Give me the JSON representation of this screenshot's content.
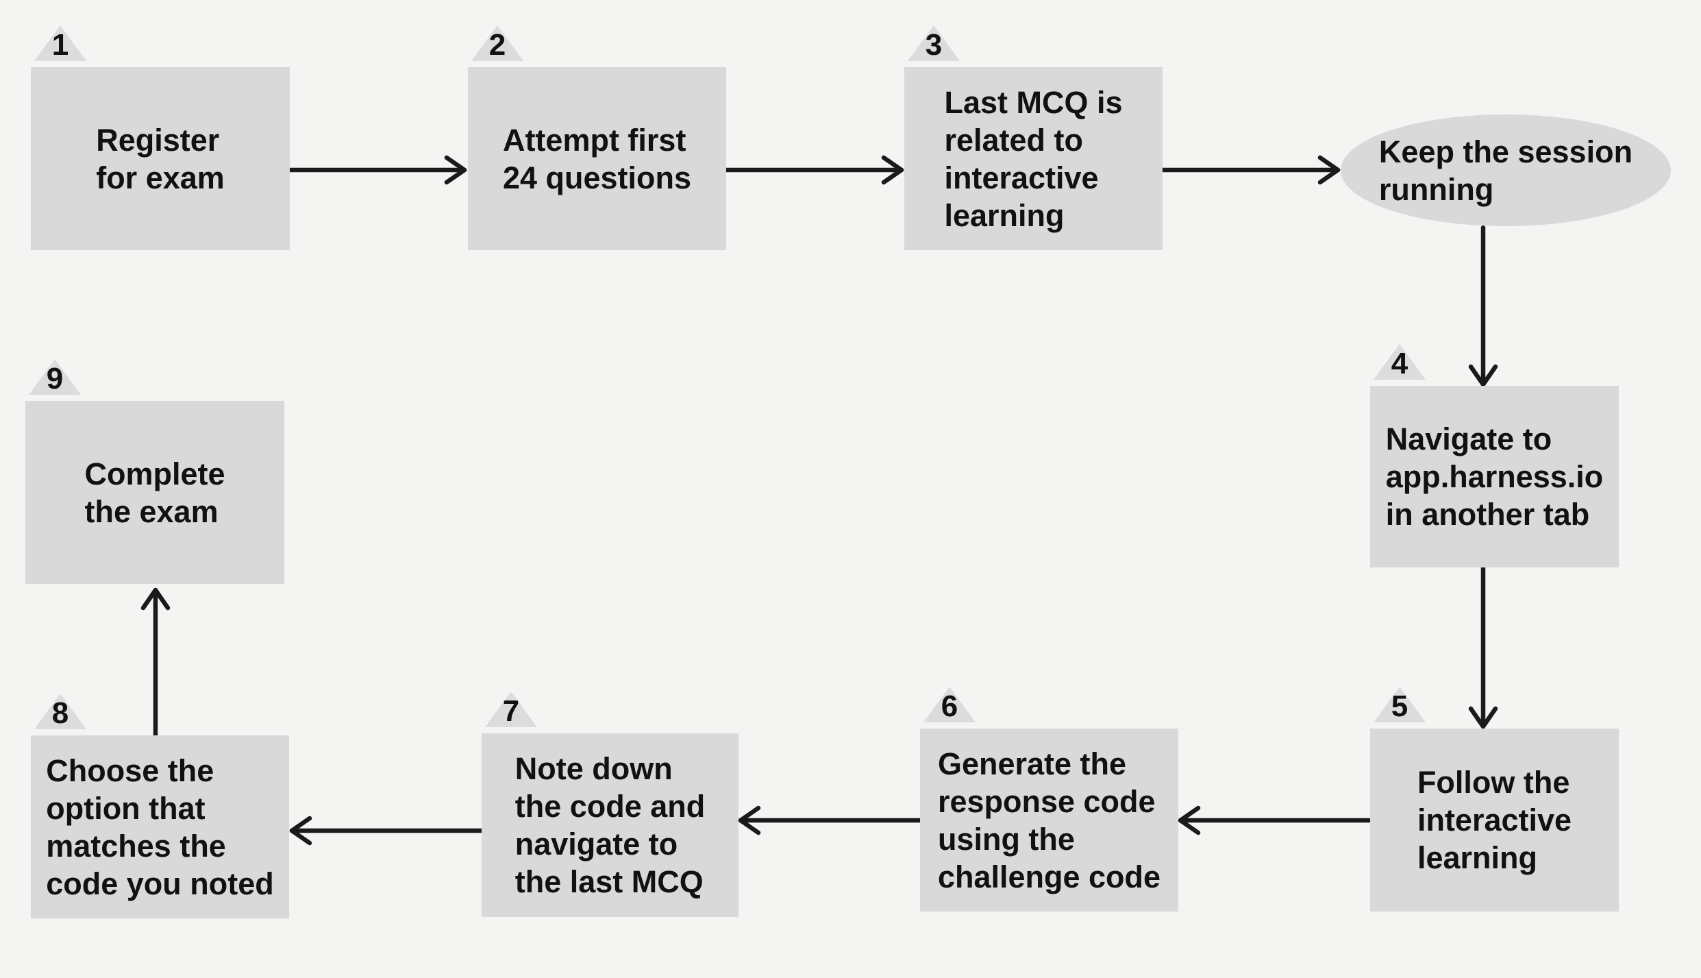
{
  "theme": {
    "background": "#f4f4f3",
    "shape_fill": "#d9d9d9",
    "marker_fill": "#dcdcdc",
    "text_color": "#111111",
    "arrow_color": "#1a1a1a"
  },
  "steps": [
    {
      "number": "1",
      "shape": "rectangle",
      "text": "Register\nfor exam"
    },
    {
      "number": "2",
      "shape": "rectangle",
      "text": "Attempt first\n24 questions"
    },
    {
      "number": "3",
      "shape": "rectangle",
      "text": "Last MCQ is\nrelated to\ninteractive\nlearning"
    },
    {
      "number": "4",
      "shape": "rectangle",
      "text": "Navigate to\napp.harness.io\nin another tab"
    },
    {
      "number": "5",
      "shape": "rectangle",
      "text": "Follow the\ninteractive\nlearning"
    },
    {
      "number": "6",
      "shape": "rectangle",
      "text": "Generate the\nresponse code\nusing the\nchallenge code"
    },
    {
      "number": "7",
      "shape": "rectangle",
      "text": "Note down\nthe code and\nnavigate to\nthe last MCQ"
    },
    {
      "number": "8",
      "shape": "rectangle",
      "text": "Choose the\noption that\nmatches the\ncode you noted"
    },
    {
      "number": "9",
      "shape": "rectangle",
      "text": "Complete\nthe exam"
    }
  ],
  "note": {
    "shape": "ellipse",
    "text": "Keep the session\nrunning"
  },
  "flow_order": [
    "1",
    "2",
    "3",
    "Keep the session running",
    "4",
    "5",
    "6",
    "7",
    "8",
    "9"
  ]
}
